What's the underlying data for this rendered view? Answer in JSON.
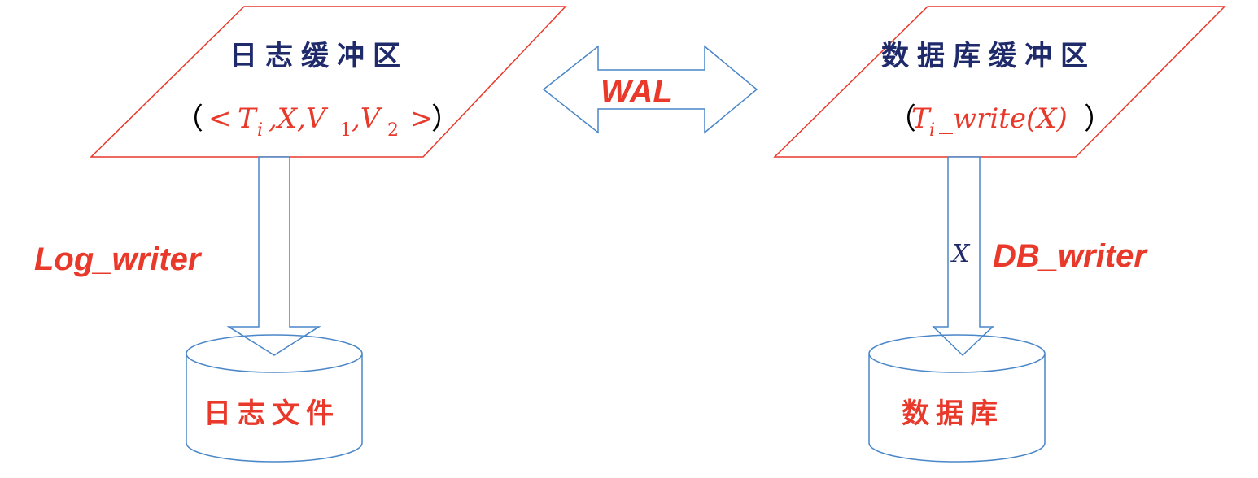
{
  "log_buffer": {
    "title": "日志缓冲区",
    "open": "（",
    "close": "）",
    "record_lt": "<",
    "record_T": "T",
    "record_i": "i",
    "record_sep1": ",X,V",
    "record_1": "1",
    "record_sep2": ",V",
    "record_2": "2",
    "record_gt": ">"
  },
  "db_buffer": {
    "title": "数据库缓冲区",
    "open": "（",
    "close": "）",
    "T": "T",
    "i": "i",
    "op": "_write(X)"
  },
  "wal_label": "WAL",
  "log_writer_label": "Log_writer",
  "db_writer_label": "DB_writer",
  "x_label": "X",
  "log_file": "日志文件",
  "database": "数据库",
  "colors": {
    "red": "#e8392b",
    "blue_outline": "#4a86c8",
    "dark_text": "#1f2a6b"
  }
}
